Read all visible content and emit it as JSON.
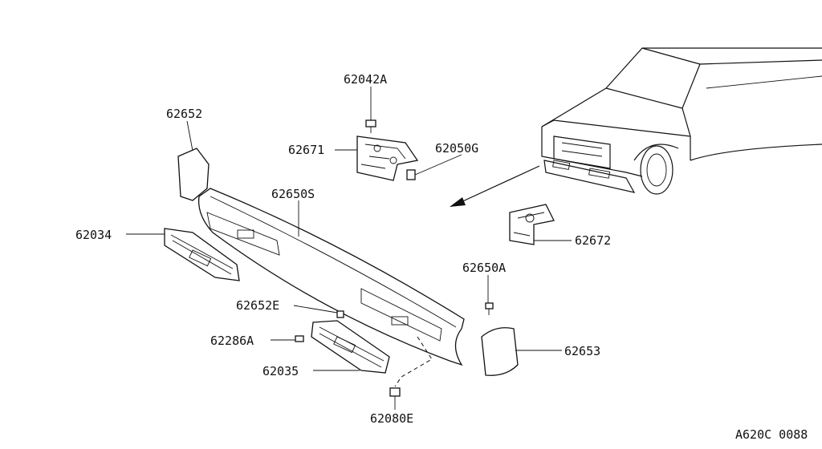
{
  "labels": {
    "p62042A": "62042A",
    "p62652": "62652",
    "p62671": "62671",
    "p62050G": "62050G",
    "p62650S": "62650S",
    "p62034": "62034",
    "p62672": "62672",
    "p62650A": "62650A",
    "p62652E": "62652E",
    "p62286A": "62286A",
    "p62653": "62653",
    "p62035": "62035",
    "p62080E": "62080E"
  },
  "diagram_code": "A620C 0088"
}
